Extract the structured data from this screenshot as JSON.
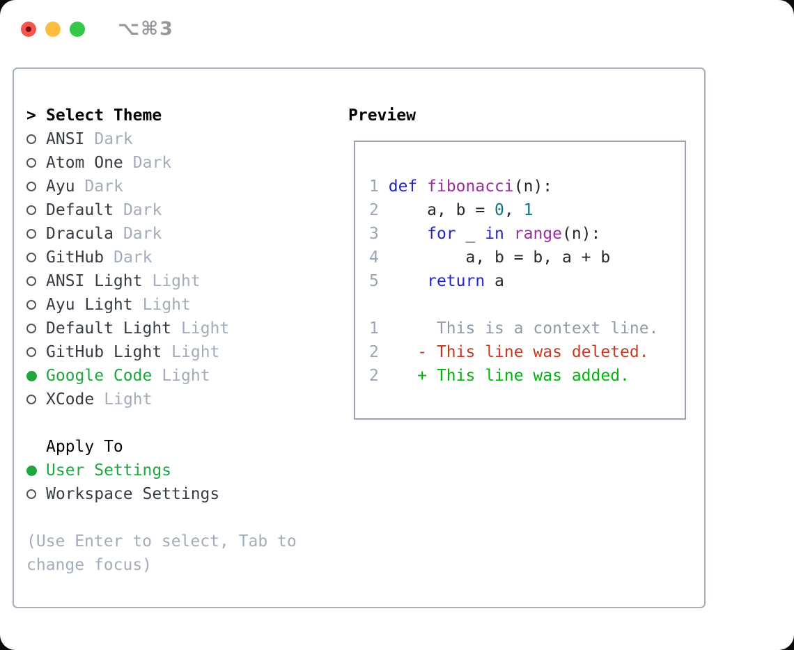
{
  "window": {
    "title": "⌥⌘3"
  },
  "colors": {
    "selection_green": "#1ea73f",
    "added_green": "#00b40a",
    "deleted_red": "#c53a22",
    "keyword_blue": "#2323c8",
    "type_purple": "#9a2d9e",
    "literal_teal": "#0d7680",
    "plain_code": "#22272e",
    "line_number_gray": "#9aa6b4",
    "context_gray": "#909aa6",
    "theme_name": "#373c44",
    "tag_gray": "#a2acba",
    "circle_gray": "#51565e",
    "panel_border": "#a6afbc",
    "preview_border": "#98a2b0",
    "title_gray": "#97979c",
    "heading_black": "#000000",
    "traffic_red": "#f4564d",
    "traffic_red_dot": "#7a0e0e",
    "traffic_yellow": "#fcbd40",
    "traffic_green": "#34c748"
  },
  "theme_picker": {
    "prompt": ">",
    "title": "Select Theme",
    "themes": [
      {
        "name": "ANSI",
        "tag": "Dark",
        "selected": false
      },
      {
        "name": "Atom One",
        "tag": "Dark",
        "selected": false
      },
      {
        "name": "Ayu",
        "tag": "Dark",
        "selected": false
      },
      {
        "name": "Default",
        "tag": "Dark",
        "selected": false
      },
      {
        "name": "Dracula",
        "tag": "Dark",
        "selected": false
      },
      {
        "name": "GitHub",
        "tag": "Dark",
        "selected": false
      },
      {
        "name": "ANSI Light",
        "tag": "Light",
        "selected": false
      },
      {
        "name": "Ayu Light",
        "tag": "Light",
        "selected": false
      },
      {
        "name": "Default Light",
        "tag": "Light",
        "selected": false
      },
      {
        "name": "GitHub Light",
        "tag": "Light",
        "selected": false
      },
      {
        "name": "Google Code",
        "tag": "Light",
        "selected": true
      },
      {
        "name": "XCode",
        "tag": "Light",
        "selected": false
      }
    ]
  },
  "apply_to": {
    "title": "Apply To",
    "options": [
      {
        "label": "User Settings",
        "selected": true
      },
      {
        "label": "Workspace Settings",
        "selected": false
      }
    ]
  },
  "footer": {
    "hint": "(Use Enter to select, Tab to change focus)"
  },
  "preview": {
    "title": "Preview",
    "code_lines": [
      {
        "num": "1",
        "tokens": [
          {
            "t": "def",
            "c": "kwd"
          },
          {
            "t": " ",
            "c": "pln"
          },
          {
            "t": "fibonacci",
            "c": "typ"
          },
          {
            "t": "(n):",
            "c": "pln"
          }
        ]
      },
      {
        "num": "2",
        "tokens": [
          {
            "t": "    a, b = ",
            "c": "pln"
          },
          {
            "t": "0",
            "c": "lit"
          },
          {
            "t": ", ",
            "c": "pln"
          },
          {
            "t": "1",
            "c": "lit"
          }
        ]
      },
      {
        "num": "3",
        "tokens": [
          {
            "t": "    ",
            "c": "pln"
          },
          {
            "t": "for",
            "c": "kwd"
          },
          {
            "t": " _ ",
            "c": "pln"
          },
          {
            "t": "in",
            "c": "kwd"
          },
          {
            "t": " ",
            "c": "pln"
          },
          {
            "t": "range",
            "c": "typ"
          },
          {
            "t": "(n):",
            "c": "pln"
          }
        ]
      },
      {
        "num": "4",
        "tokens": [
          {
            "t": "        a, b = b, a + b",
            "c": "pln"
          }
        ]
      },
      {
        "num": "5",
        "tokens": [
          {
            "t": "    ",
            "c": "pln"
          },
          {
            "t": "return",
            "c": "kwd"
          },
          {
            "t": " a",
            "c": "pln"
          }
        ]
      }
    ],
    "diff_lines": [
      {
        "num": "1",
        "tokens": [
          {
            "t": "     This is a context line.",
            "c": "ctx"
          }
        ]
      },
      {
        "num": "2",
        "tokens": [
          {
            "t": "   - This line was deleted.",
            "c": "del"
          }
        ]
      },
      {
        "num": "2",
        "tokens": [
          {
            "t": "   + This line was added.",
            "c": "add"
          }
        ]
      }
    ]
  }
}
